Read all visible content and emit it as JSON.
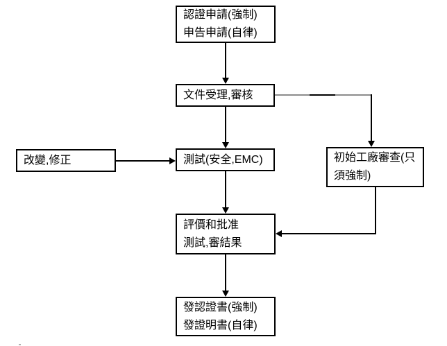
{
  "diagram": {
    "title": "certification-process-flowchart",
    "nodes": {
      "application": {
        "line1": "認證申請(強制)",
        "line2": "申告申請(自律)"
      },
      "document_review": {
        "line1": "文件受理,審核"
      },
      "change_amend": {
        "line1": "改變,修正"
      },
      "testing": {
        "line1": "測試(安全,EMC)"
      },
      "factory_inspection": {
        "line1": "初始工廠審查(只",
        "line2": "須強制)"
      },
      "evaluation": {
        "line1": "評價和批准",
        "line2": "測試,審結果"
      },
      "certificate": {
        "line1": "發認證書(強制)",
        "line2": "發證明書(自律)"
      }
    },
    "colors": {
      "background": "#ffffff",
      "box_border": "#000000",
      "text": "#000000",
      "connector": "#000000",
      "connector_gray": "#8c8c8c"
    }
  }
}
